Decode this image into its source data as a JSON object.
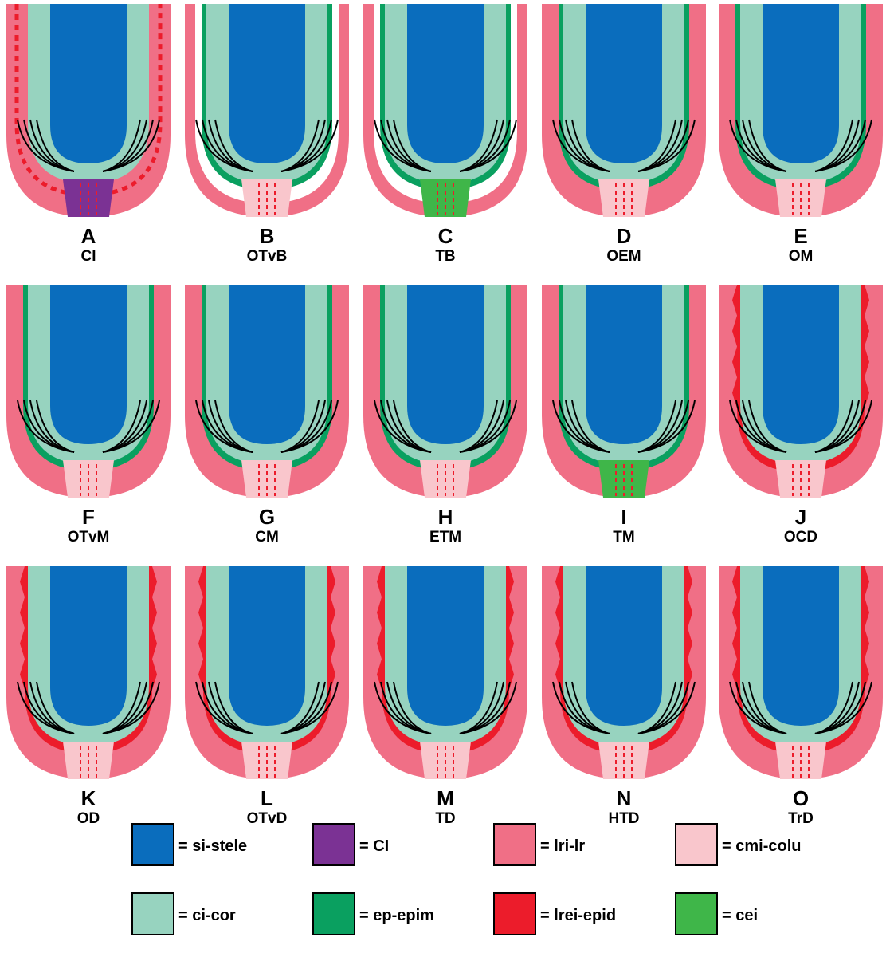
{
  "colors": {
    "stele": "#0a6dbd",
    "cortex": "#97d3bf",
    "lrc": "#f06f86",
    "colu": "#f9c6cc",
    "ci": "#7b3294",
    "epim": "#0aa060",
    "epid": "#ec1c2b",
    "cei": "#3fb649"
  },
  "panels": [
    {
      "letter": "A",
      "abbr": "CI",
      "variant": "A"
    },
    {
      "letter": "B",
      "abbr": "OTvB",
      "variant": "B"
    },
    {
      "letter": "C",
      "abbr": "TB",
      "variant": "C"
    },
    {
      "letter": "D",
      "abbr": "OEM",
      "variant": "D"
    },
    {
      "letter": "E",
      "abbr": "OM",
      "variant": "E"
    },
    {
      "letter": "F",
      "abbr": "OTvM",
      "variant": "F"
    },
    {
      "letter": "G",
      "abbr": "CM",
      "variant": "G"
    },
    {
      "letter": "H",
      "abbr": "ETM",
      "variant": "H"
    },
    {
      "letter": "I",
      "abbr": "TM",
      "variant": "I"
    },
    {
      "letter": "J",
      "abbr": "OCD",
      "variant": "J"
    },
    {
      "letter": "K",
      "abbr": "OD",
      "variant": "K"
    },
    {
      "letter": "L",
      "abbr": "OTvD",
      "variant": "L"
    },
    {
      "letter": "M",
      "abbr": "TD",
      "variant": "M"
    },
    {
      "letter": "N",
      "abbr": "HTD",
      "variant": "N"
    },
    {
      "letter": "O",
      "abbr": "TrD",
      "variant": "O"
    }
  ],
  "legend": [
    {
      "label": "= si-stele",
      "colorKey": "stele"
    },
    {
      "label": "= CI",
      "colorKey": "ci"
    },
    {
      "label": "= lri-lr",
      "colorKey": "lrc"
    },
    {
      "label": "= cmi-colu",
      "colorKey": "colu"
    },
    {
      "label": "= ci-cor",
      "colorKey": "cortex"
    },
    {
      "label": "= ep-epim",
      "colorKey": "epim"
    },
    {
      "label": "= lrei-epid",
      "colorKey": "epid"
    },
    {
      "label": "= cei",
      "colorKey": "cei"
    }
  ]
}
